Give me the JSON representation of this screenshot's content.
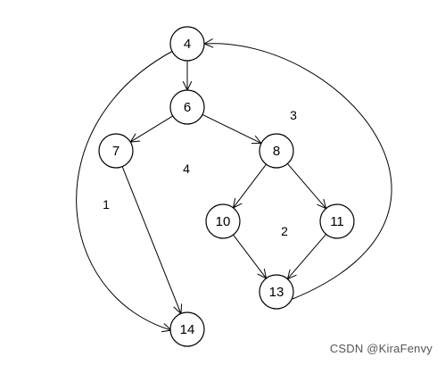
{
  "nodes": [
    {
      "id": "4",
      "label": "4"
    },
    {
      "id": "6",
      "label": "6"
    },
    {
      "id": "7",
      "label": "7"
    },
    {
      "id": "8",
      "label": "8"
    },
    {
      "id": "10",
      "label": "10"
    },
    {
      "id": "11",
      "label": "11"
    },
    {
      "id": "13",
      "label": "13"
    },
    {
      "id": "14",
      "label": "14"
    }
  ],
  "edges": [
    {
      "from": "4",
      "to": "6"
    },
    {
      "from": "6",
      "to": "7"
    },
    {
      "from": "6",
      "to": "8"
    },
    {
      "from": "8",
      "to": "10"
    },
    {
      "from": "8",
      "to": "11"
    },
    {
      "from": "10",
      "to": "13"
    },
    {
      "from": "11",
      "to": "13"
    },
    {
      "from": "7",
      "to": "14"
    },
    {
      "from": "4",
      "to": "14"
    },
    {
      "from": "13",
      "to": "4"
    }
  ],
  "regions": [
    {
      "id": "r1",
      "label": "1"
    },
    {
      "id": "r2",
      "label": "2"
    },
    {
      "id": "r3",
      "label": "3"
    },
    {
      "id": "r4",
      "label": "4"
    }
  ],
  "watermark": "CSDN @KiraFenvy"
}
